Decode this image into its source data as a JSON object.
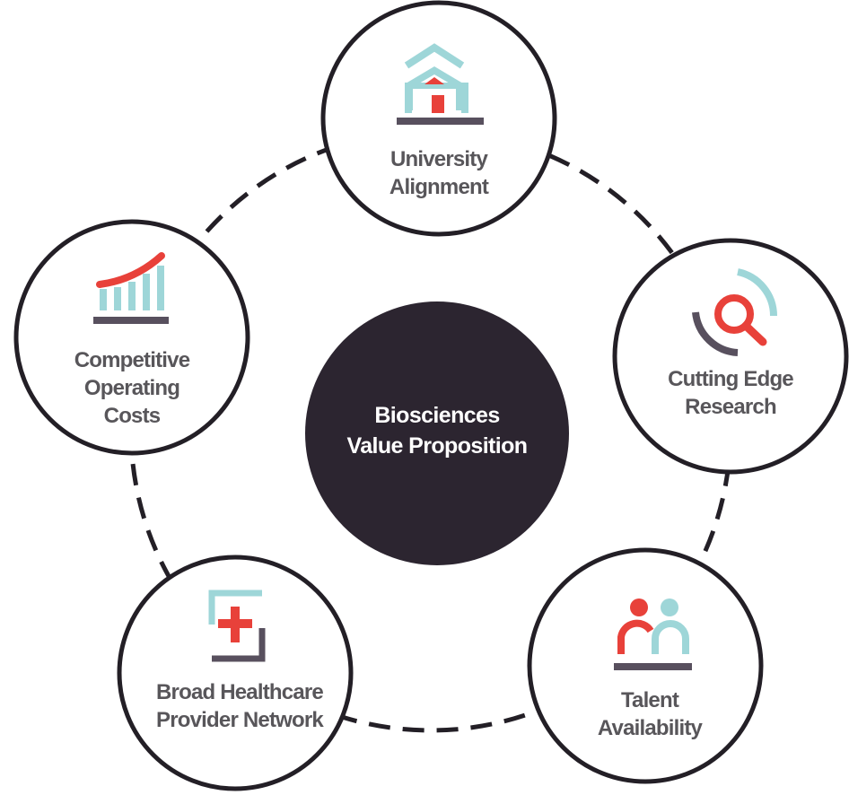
{
  "center": {
    "line1": "Biosciences",
    "line2": "Value Proposition"
  },
  "nodes": {
    "university": {
      "line1": "University",
      "line2": "Alignment",
      "icon": "university-building-icon"
    },
    "research": {
      "line1": "Cutting Edge",
      "line2": "Research",
      "icon": "magnifier-search-icon"
    },
    "talent": {
      "line1": "Talent",
      "line2": "Availability",
      "icon": "people-icon"
    },
    "healthcare": {
      "line1": "Broad Healthcare",
      "line2": "Provider Network",
      "icon": "medical-cross-icon"
    },
    "costs": {
      "line1": "Competitive",
      "line2": "Operating",
      "line3": "Costs",
      "icon": "growth-chart-icon"
    }
  },
  "colors": {
    "outline": "#231f26",
    "center_fill": "#2c2530",
    "center_text": "#ffffff",
    "node_text": "#58565a",
    "accent_red": "#e8413a",
    "accent_teal": "#9ed6d8",
    "base_gray": "#58505e"
  }
}
